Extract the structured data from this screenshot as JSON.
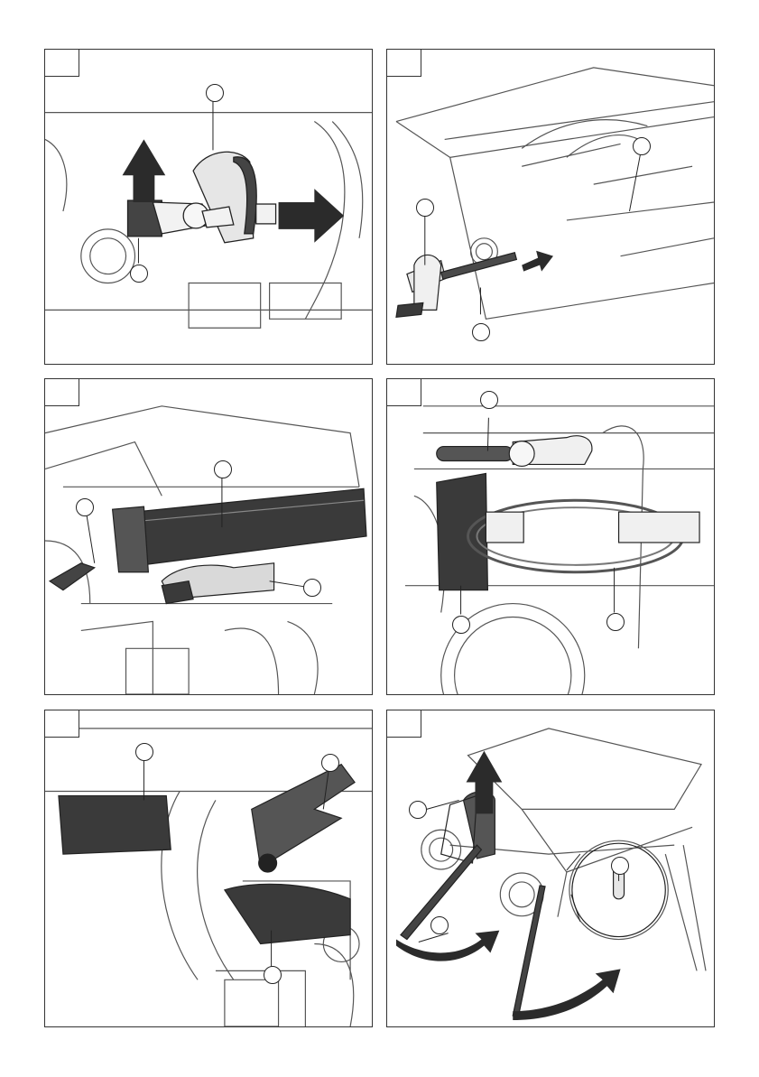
{
  "panels": [
    {
      "id": "p1",
      "callouts": [
        "",
        ""
      ]
    },
    {
      "id": "p2",
      "callouts": [
        "",
        "",
        ""
      ]
    },
    {
      "id": "p3",
      "callouts": [
        "",
        "",
        ""
      ]
    },
    {
      "id": "p4",
      "callouts": [
        "",
        "",
        ""
      ]
    },
    {
      "id": "p5",
      "callouts": [
        "",
        "",
        ""
      ]
    },
    {
      "id": "p6",
      "callouts": [
        "",
        "",
        ""
      ]
    }
  ],
  "colors": {
    "line": "#333333",
    "dark_part": "#3a3a3a",
    "arrow": "#2b2b2b",
    "light": "#ffffff"
  },
  "icons": [
    "up-arrow-icon",
    "right-arrow-icon",
    "curved-arrow-icon"
  ]
}
